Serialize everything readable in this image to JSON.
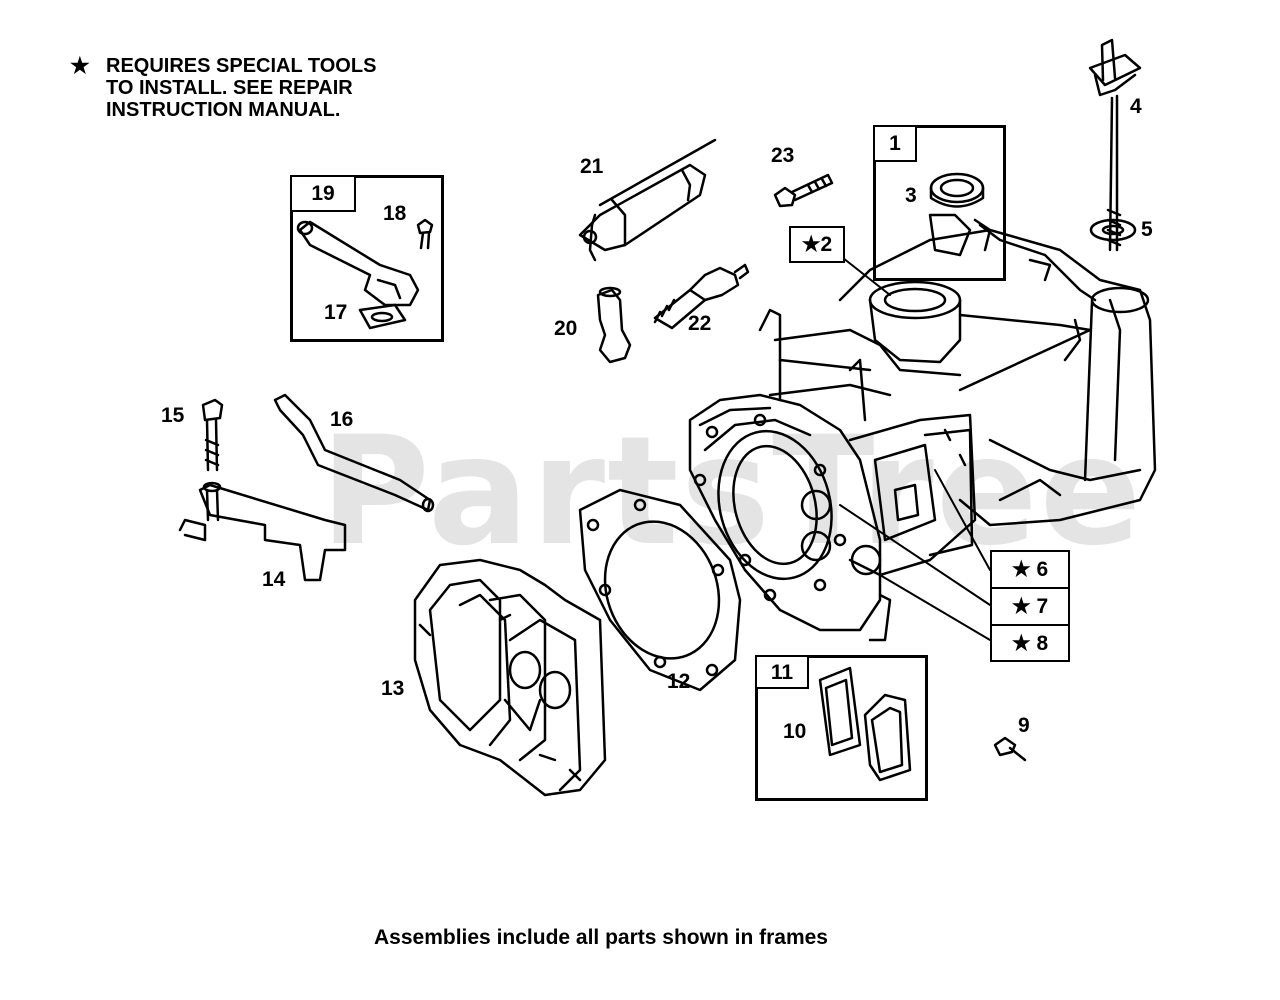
{
  "note": {
    "star": "★",
    "lines": [
      "REQUIRES SPECIAL TOOLS",
      "TO INSTALL.  SEE REPAIR",
      "INSTRUCTION MANUAL."
    ]
  },
  "footer": "Assemblies include all parts shown in frames",
  "watermark": "PartsTree",
  "labels": {
    "l1": "1",
    "l2": "★2",
    "l3": "3",
    "l4": "4",
    "l5": "5",
    "l6": "★ 6",
    "l7": "★ 7",
    "l8": "★ 8",
    "l9": "9",
    "l10": "10",
    "l11": "11",
    "l12": "12",
    "l13": "13",
    "l14": "14",
    "l15": "15",
    "l16": "16",
    "l17": "17",
    "l18": "18",
    "l19": "19",
    "l20": "20",
    "l21": "21",
    "l22": "22",
    "l23": "23"
  }
}
